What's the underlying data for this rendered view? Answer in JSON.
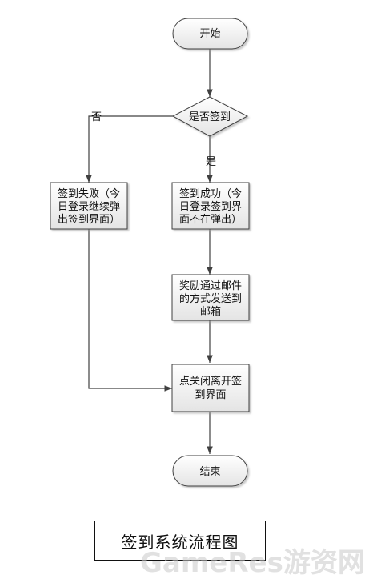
{
  "diagram": {
    "nodes": {
      "start": "开始",
      "decision": "是否签到",
      "fail": [
        "签到失败（今",
        "日登录继续弹",
        "出签到界面）"
      ],
      "success": [
        "签到成功（今",
        "日登录签到界",
        "面不在弹出）"
      ],
      "reward": [
        "奖励通过邮件",
        "的方式发送到",
        "邮箱"
      ],
      "close": [
        "点关闭离开签",
        "到界面"
      ],
      "end": "结束"
    },
    "edges": {
      "no_label": "否",
      "yes_label": "是"
    }
  },
  "caption": "签到系统流程图",
  "watermark": "GameRes游资网",
  "colors": {
    "box_fill_top": "#ffffff",
    "box_fill_bottom": "#e4e4e4",
    "stroke": "#404040"
  }
}
